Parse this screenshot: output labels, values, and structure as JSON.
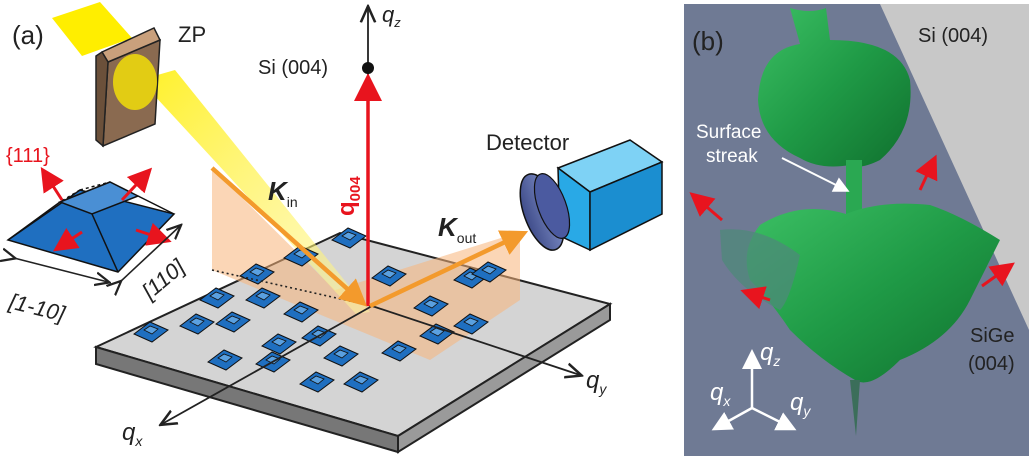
{
  "panel_a": {
    "label": "(a)",
    "zp_label": "ZP",
    "si004_label": "Si (004)",
    "qz_label": "q",
    "qz_sub": "z",
    "facet_label": "{111}",
    "kin_label": "K",
    "kin_sub": "in",
    "q004_label": "q",
    "q004_sub": "004",
    "kout_label": "K",
    "kout_sub": "out",
    "detector_label": "Detector",
    "dir_1m10": "[1-10]",
    "dir_110": "[110]",
    "qx_label": "q",
    "qx_sub": "x",
    "qy_label": "q",
    "qy_sub": "y"
  },
  "panel_b": {
    "label": "(b)",
    "si004_label": "Si (004)",
    "streak_label_line1": "Surface",
    "streak_label_line2": "streak",
    "sige_label_line1": "SiGe",
    "sige_label_line2": "(004)",
    "qz_label": "q",
    "qz_sub": "z",
    "qx_label": "q",
    "qx_sub": "x",
    "qy_label": "q",
    "qy_sub": "y"
  },
  "colors": {
    "beam_yellow": "#ffee00",
    "arrow_red": "#e8141e",
    "arrow_orange": "#f39a2c",
    "pyramid_blue": "#1f6fc0",
    "substrate_gray": "#bcbcbc",
    "detector_blue": "#29a9e6",
    "iso_green": "#1f9a46",
    "panel_b_bg": "#6f7a94"
  }
}
